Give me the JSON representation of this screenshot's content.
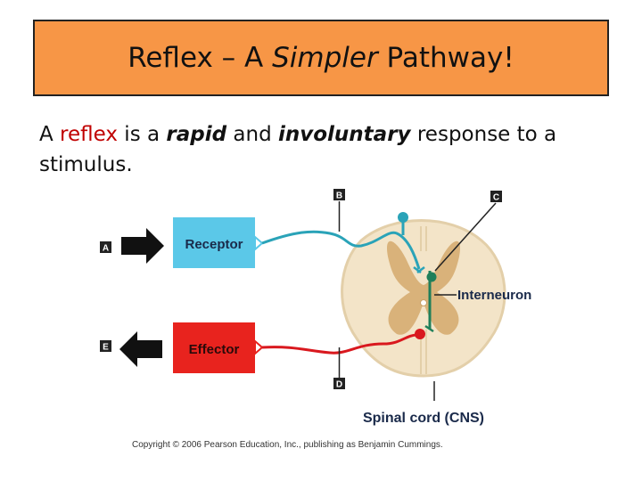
{
  "slide": {
    "title_part1": "Reflex – A ",
    "title_italic": "Simpler",
    "title_part2": " Pathway!",
    "text_1": "A ",
    "text_reflex": "reflex",
    "text_2": " is a ",
    "text_rapid": "rapid",
    "text_3": " and ",
    "text_involuntary": "involuntary",
    "text_4": " response to a stimulus."
  },
  "diagram": {
    "label_a": "A",
    "label_b": "B",
    "label_c": "C",
    "label_d": "D",
    "label_e": "E",
    "receptor": "Receptor",
    "effector": "Effector",
    "interneuron": "Interneuron",
    "spinal_cord": "Spinal cord (CNS)",
    "copyright": "Copyright © 2006 Pearson Education, Inc., publishing as Benjamin Cummings."
  },
  "colors": {
    "title_bg": "#f79646",
    "receptor_box": "#5bc8e8",
    "effector_box": "#e8231e",
    "sensory_neuron": "#2aa3b8",
    "motor_neuron": "#d9181e",
    "interneuron": "#1f7f5a",
    "spinal_outer": "#f3e4c8",
    "gray_matter": "#d9b27a"
  }
}
